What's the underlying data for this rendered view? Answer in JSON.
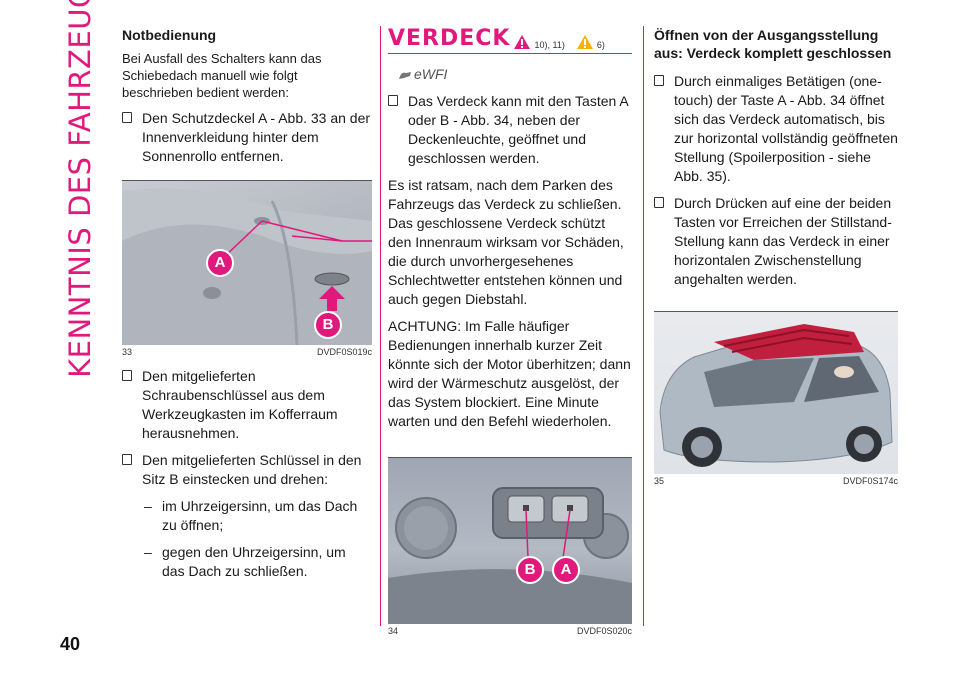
{
  "side_title": "KENNTNIS DES FAHRZEUGS",
  "page_number": "40",
  "col1": {
    "heading": "Notbedienung",
    "intro": "Bei Ausfall des Schalters kann das Schiebedach manuell wie folgt beschrieben bedient werden:",
    "bullet1": "Den Schutzdeckel A - Abb. 33 an der Innenverkleidung hinter dem Sonnenrollo entfernen.",
    "figure": {
      "number": "33",
      "code": "DVDF0S019c",
      "label_a": "A",
      "label_b": "B"
    },
    "bullet2": "Den mitgelieferten Schraubenschlüssel aus dem Werkzeugkasten im Kofferraum herausnehmen.",
    "bullet3": "Den mitgelieferten Schlüssel in den Sitz B einstecken und drehen:",
    "dash1": "im Uhrzeigersinn, um das Dach zu öffnen;",
    "dash2": "gegen den Uhrzeigersinn, um das Dach zu schließen.",
    "dash_mark": "–"
  },
  "col2": {
    "title": "VERDECK",
    "ref1": "10), 11)",
    "ref2": "6)",
    "eco_label": "eWFI",
    "bullet1": "Das Verdeck kann mit den Tasten A oder B - Abb. 34, neben der Deckenleuchte, geöffnet und geschlossen werden.",
    "para1": "Es ist ratsam, nach dem Parken des Fahrzeugs das Verdeck zu schließen. Das geschlossene Verdeck schützt den Innenraum wirksam vor Schäden, die durch unvorhergesehenes Schlechtwetter entstehen können und auch gegen Diebstahl.",
    "para2": "ACHTUNG: Im Falle häufiger Bedienungen innerhalb kurzer Zeit könnte sich der Motor überhitzen; dann wird der Wärmeschutz ausgelöst, der das System blockiert. Eine Minute warten und den Befehl wiederholen.",
    "figure": {
      "number": "34",
      "code": "DVDF0S020c",
      "label_a": "A",
      "label_b": "B"
    }
  },
  "col3": {
    "heading": "Öffnen von der Ausgangsstellung aus: Verdeck komplett geschlossen",
    "bullet1": "Durch einmaliges Betätigen (one-touch) der Taste A - Abb. 34 öffnet sich das Verdeck automatisch, bis zur horizontal vollständig geöffneten Stellung (Spoilerposition - siehe Abb. 35).",
    "bullet2": "Durch Drücken auf eine der beiden Tasten vor Erreichen der Stillstand-Stellung kann das Verdeck in einer horizontalen Zwischenstellung angehalten werden.",
    "figure": {
      "number": "35",
      "code": "DVDF0S174c"
    }
  },
  "colors": {
    "accent": "#e0197d",
    "text": "#1a1a1a"
  }
}
